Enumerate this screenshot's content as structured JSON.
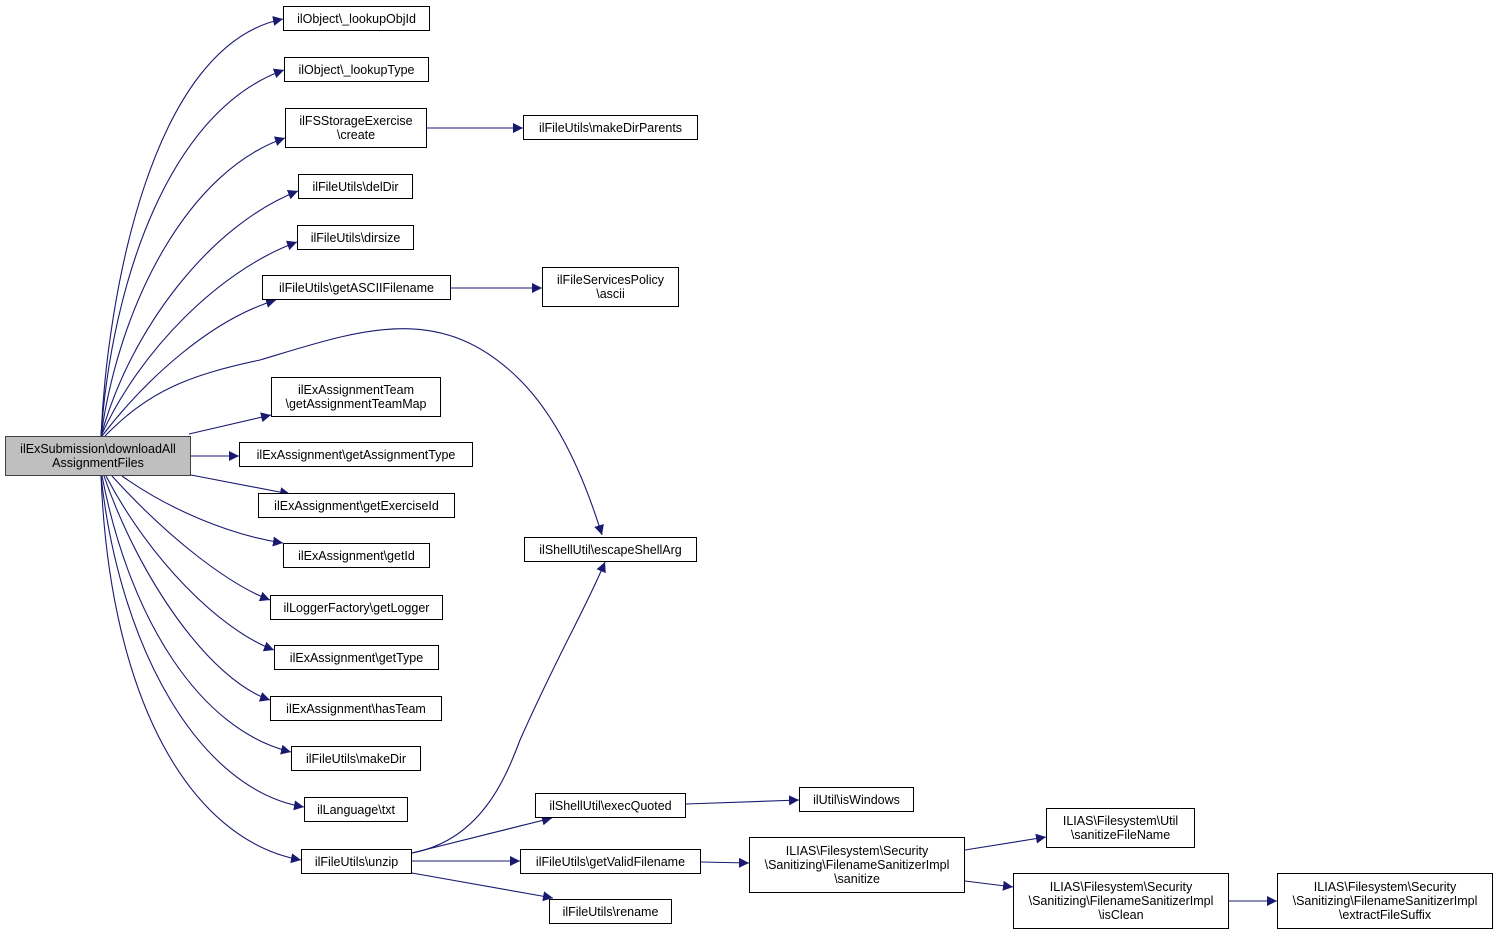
{
  "diagram": {
    "edge_color": "#191970",
    "root_fill": "#bfbfbf",
    "nodes": [
      {
        "id": "root",
        "lines": [
          "ilExSubmission\\downloadAll",
          "AssignmentFiles"
        ]
      },
      {
        "id": "n1",
        "lines": [
          "ilObject\\_lookupObjId"
        ]
      },
      {
        "id": "n2",
        "lines": [
          "ilObject\\_lookupType"
        ]
      },
      {
        "id": "n3",
        "lines": [
          "ilFSStorageExercise",
          "\\create"
        ]
      },
      {
        "id": "n4",
        "lines": [
          "ilFileUtils\\makeDirParents"
        ]
      },
      {
        "id": "n5",
        "lines": [
          "ilFileUtils\\delDir"
        ]
      },
      {
        "id": "n6",
        "lines": [
          "ilFileUtils\\dirsize"
        ]
      },
      {
        "id": "n7",
        "lines": [
          "ilFileUtils\\getASCIIFilename"
        ]
      },
      {
        "id": "n8",
        "lines": [
          "ilFileServicesPolicy",
          "\\ascii"
        ]
      },
      {
        "id": "n9",
        "lines": [
          "ilExAssignmentTeam",
          "\\getAssignmentTeamMap"
        ]
      },
      {
        "id": "n10",
        "lines": [
          "ilExAssignment\\getAssignmentType"
        ]
      },
      {
        "id": "n11",
        "lines": [
          "ilExAssignment\\getExerciseId"
        ]
      },
      {
        "id": "n12",
        "lines": [
          "ilShellUtil\\escapeShellArg"
        ]
      },
      {
        "id": "n13",
        "lines": [
          "ilExAssignment\\getId"
        ]
      },
      {
        "id": "n14",
        "lines": [
          "ilLoggerFactory\\getLogger"
        ]
      },
      {
        "id": "n15",
        "lines": [
          "ilExAssignment\\getType"
        ]
      },
      {
        "id": "n16",
        "lines": [
          "ilExAssignment\\hasTeam"
        ]
      },
      {
        "id": "n17",
        "lines": [
          "ilFileUtils\\makeDir"
        ]
      },
      {
        "id": "n18",
        "lines": [
          "ilLanguage\\txt"
        ]
      },
      {
        "id": "n19",
        "lines": [
          "ilFileUtils\\unzip"
        ]
      },
      {
        "id": "n20",
        "lines": [
          "ilShellUtil\\execQuoted"
        ]
      },
      {
        "id": "n21",
        "lines": [
          "ilUtil\\isWindows"
        ]
      },
      {
        "id": "n22",
        "lines": [
          "ilFileUtils\\getValidFilename"
        ]
      },
      {
        "id": "n23",
        "lines": [
          "ilFileUtils\\rename"
        ]
      },
      {
        "id": "n24",
        "lines": [
          "ILIAS\\Filesystem\\Security",
          "\\Sanitizing\\FilenameSanitizerImpl",
          "\\sanitize"
        ]
      },
      {
        "id": "n25",
        "lines": [
          "ILIAS\\Filesystem\\Util",
          "\\sanitizeFileName"
        ]
      },
      {
        "id": "n26",
        "lines": [
          "ILIAS\\Filesystem\\Security",
          "\\Sanitizing\\FilenameSanitizerImpl",
          "\\isClean"
        ]
      },
      {
        "id": "n27",
        "lines": [
          "ILIAS\\Filesystem\\Security",
          "\\Sanitizing\\FilenameSanitizerImpl",
          "\\extractFileSuffix"
        ]
      }
    ],
    "edges": [
      [
        "root",
        "n1"
      ],
      [
        "root",
        "n2"
      ],
      [
        "root",
        "n3"
      ],
      [
        "root",
        "n5"
      ],
      [
        "root",
        "n6"
      ],
      [
        "root",
        "n7"
      ],
      [
        "root",
        "n12"
      ],
      [
        "root",
        "n9"
      ],
      [
        "root",
        "n10"
      ],
      [
        "root",
        "n11"
      ],
      [
        "root",
        "n13"
      ],
      [
        "root",
        "n14"
      ],
      [
        "root",
        "n15"
      ],
      [
        "root",
        "n16"
      ],
      [
        "root",
        "n17"
      ],
      [
        "root",
        "n18"
      ],
      [
        "root",
        "n19"
      ],
      [
        "n3",
        "n4"
      ],
      [
        "n7",
        "n8"
      ],
      [
        "n19",
        "n12"
      ],
      [
        "n19",
        "n20"
      ],
      [
        "n19",
        "n22"
      ],
      [
        "n19",
        "n23"
      ],
      [
        "n20",
        "n21"
      ],
      [
        "n22",
        "n24"
      ],
      [
        "n24",
        "n25"
      ],
      [
        "n24",
        "n26"
      ],
      [
        "n26",
        "n27"
      ]
    ]
  }
}
